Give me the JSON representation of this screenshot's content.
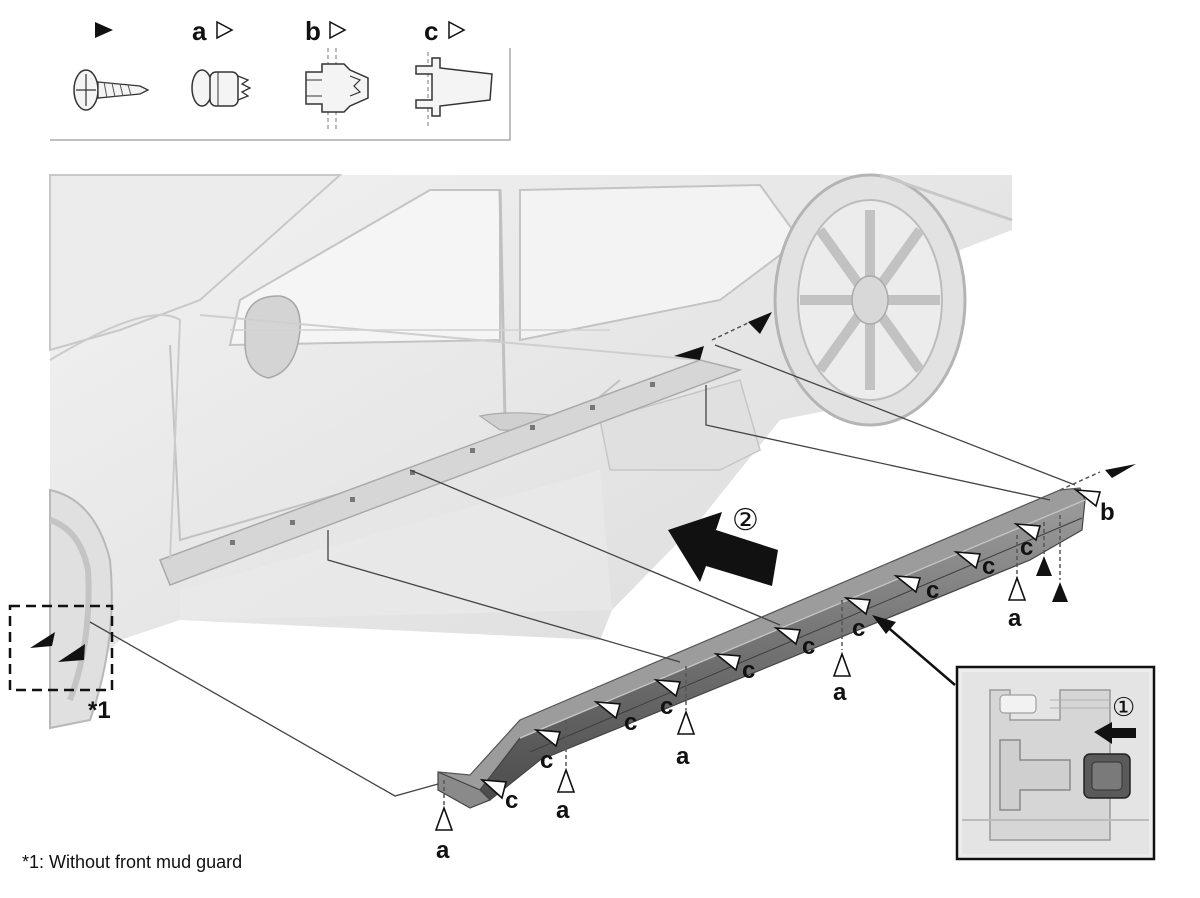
{
  "legend": {
    "items": [
      {
        "key": "screw",
        "label": "",
        "marker": "filled-triangle"
      },
      {
        "key": "a",
        "label": "a",
        "marker": "open-triangle"
      },
      {
        "key": "b",
        "label": "b",
        "marker": "open-triangle"
      },
      {
        "key": "c",
        "label": "c",
        "marker": "open-triangle"
      }
    ]
  },
  "callouts": {
    "a": "a",
    "b": "b",
    "c": "c"
  },
  "steps": {
    "step1": "①",
    "step2": "②"
  },
  "detail_marker": "*1",
  "footnote": "*1: Without front mud guard",
  "colors": {
    "line": "#444444",
    "panel": "#6f6f6f",
    "panel_dark": "#4f4f4f",
    "panel_light": "#9a9a9a",
    "car_body": "#e6e6e6",
    "car_shadow": "#cfcfcf",
    "arrow": "#111111"
  }
}
